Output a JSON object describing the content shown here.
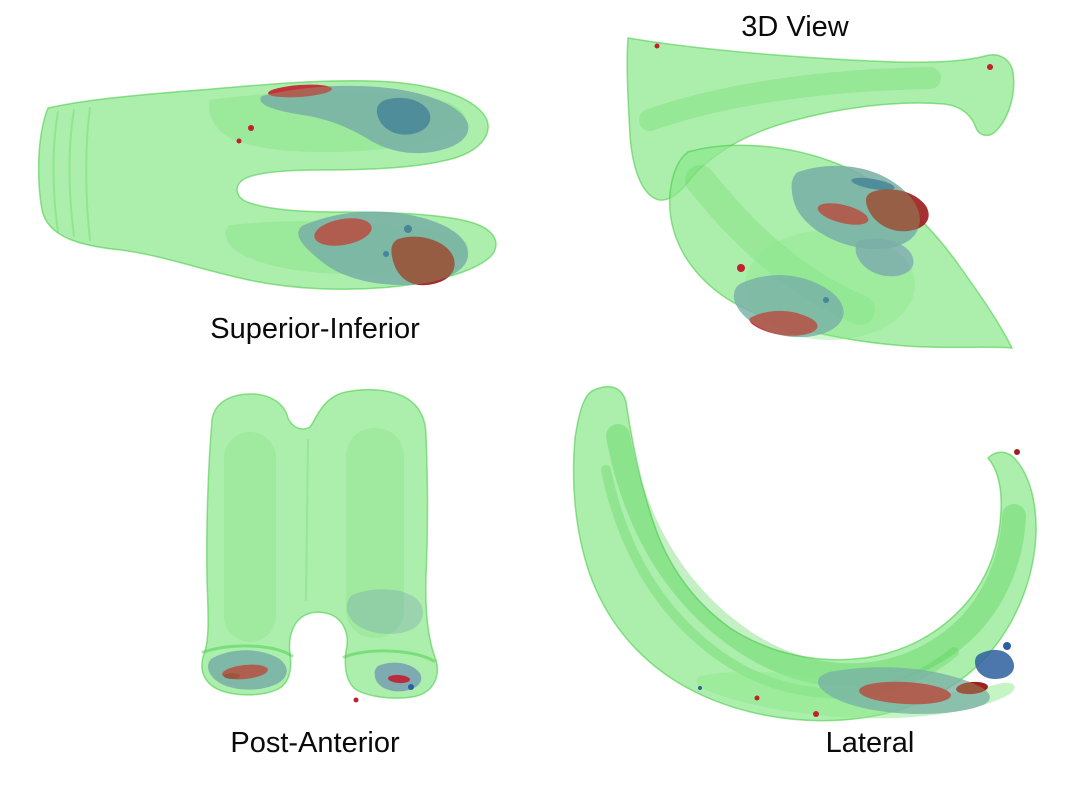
{
  "figure": {
    "panels": [
      {
        "id": "superior-inferior",
        "label": "Superior-Inferior",
        "label_position": "below"
      },
      {
        "id": "3d-view",
        "label": "3D View",
        "label_position": "above"
      },
      {
        "id": "post-anterior",
        "label": "Post-Anterior",
        "label_position": "below"
      },
      {
        "id": "lateral",
        "label": "Lateral",
        "label_position": "below"
      }
    ],
    "colors": {
      "background": "#ffffff",
      "label-text": "#0a0a0a",
      "surface-green": "#8ce98c",
      "surface-green-dark": "#3fc93f",
      "patch-blue": "#6f93b4",
      "patch-blue-dark": "#2d5f9e",
      "patch-red": "#c21f30",
      "patch-red-dark": "#9e2020"
    }
  }
}
